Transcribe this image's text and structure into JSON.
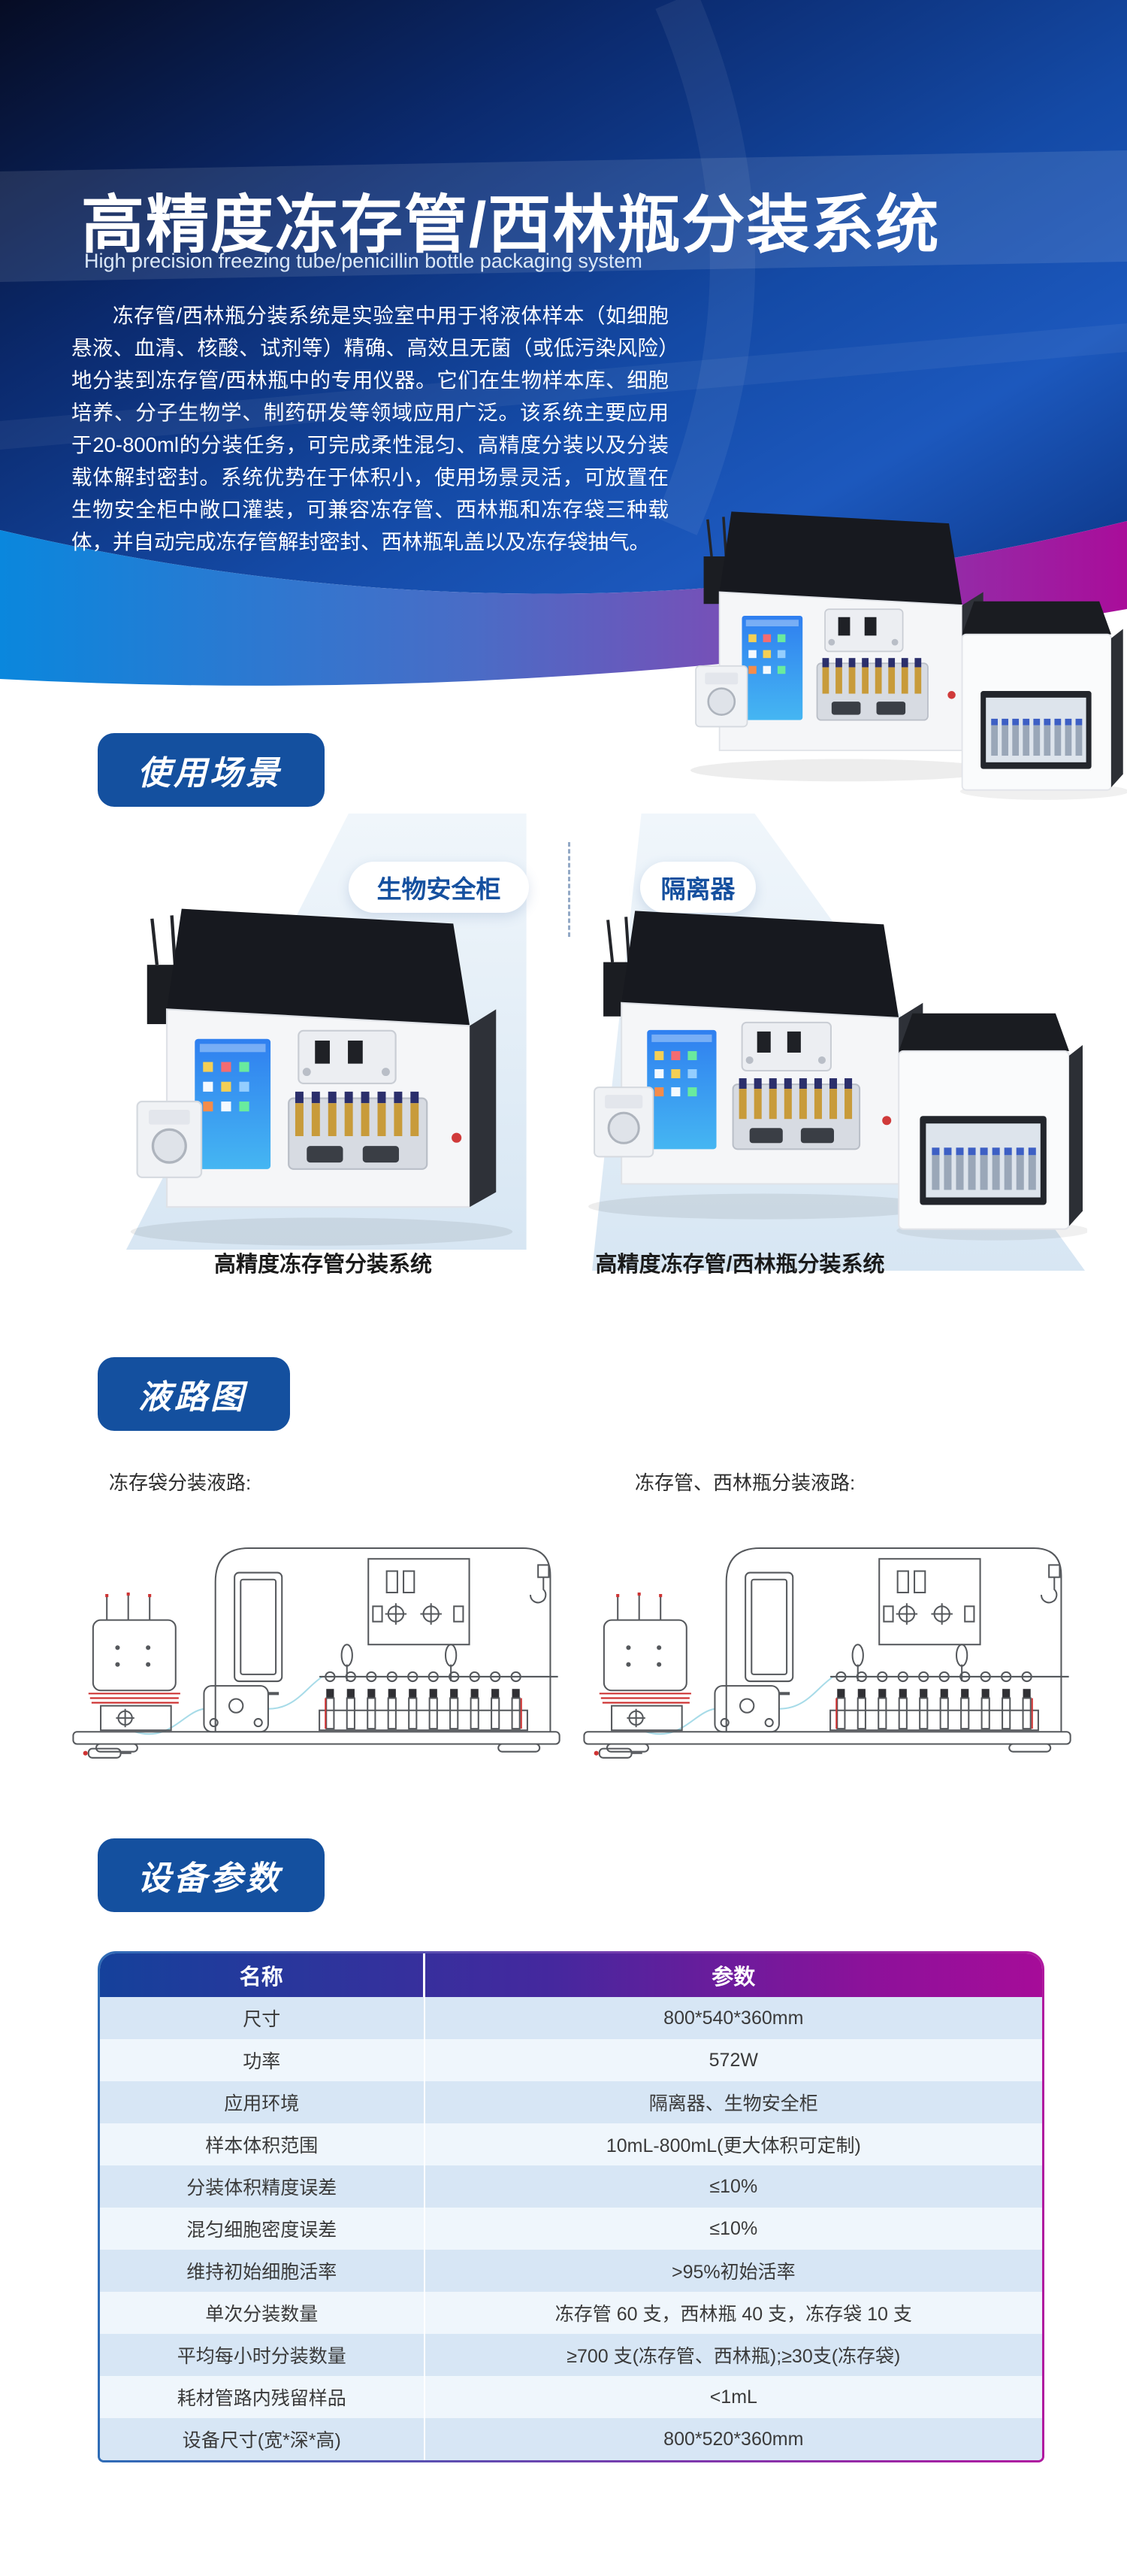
{
  "hero": {
    "title": "高精度冻存管/西林瓶分装系统",
    "subtitle": "High precision freezing tube/penicillin bottle packaging system",
    "description": "冻存管/西林瓶分装系统是实验室中用于将液体样本（如细胞悬液、血清、核酸、试剂等）精确、高效且无菌（或低污染风险）　地分装到冻存管/西林瓶中的专用仪器。它们在生物样本库、细胞培养、分子生物学、制药研发等领域应用广泛。该系统主要应用于20-800ml的分装任务，可完成柔性混匀、高精度分装以及分装载体解封密封。系统优势在于体积小，使用场景灵活，可放置在生物安全柜中敞口灌装，可兼容冻存管、西林瓶和冻存袋三种载体，并自动完成冻存管解封密封、西林瓶轧盖以及冻存袋抽气。"
  },
  "usage": {
    "badge": "使用场景",
    "pills": [
      "生物安全柜",
      "隔离器"
    ],
    "captions": [
      "高精度冻存管分装系统",
      "高精度冻存管/西林瓶分装系统"
    ]
  },
  "liquid": {
    "badge": "液路图",
    "labels": [
      "冻存袋分装液路:",
      "冻存管、西林瓶分装液路:"
    ]
  },
  "params": {
    "badge": "设备参数",
    "table": {
      "headers": [
        "名称",
        "参数"
      ],
      "rows": [
        [
          "尺寸",
          "800*540*360mm"
        ],
        [
          "功率",
          "572W"
        ],
        [
          "应用环境",
          "隔离器、生物安全柜"
        ],
        [
          "样本体积范围",
          "10mL-800mL(更大体积可定制)"
        ],
        [
          "分装体积精度误差",
          "≤10%"
        ],
        [
          "混匀细胞密度误差",
          "≤10%"
        ],
        [
          "维持初始细胞活率",
          ">95%初始活率"
        ],
        [
          "单次分装数量",
          "冻存管 60 支，西林瓶 40 支，冻存袋 10 支"
        ],
        [
          "平均每小时分装数量",
          "≥700 支(冻存管、西林瓶);≥30支(冻存袋)"
        ],
        [
          "耗材管路内残留样品",
          "<1mL"
        ],
        [
          "设备尺寸(宽*深*高)",
          "800*520*360mm"
        ]
      ]
    }
  },
  "colors": {
    "badge_blue": "#14509f",
    "pill_text_blue": "#15509f",
    "hero_navy": "#0b2a6e",
    "stripe_left_azure": "#0a87dd",
    "stripe_right_magenta": "#a90d9a",
    "table_header_left": "#15419b",
    "table_header_right": "#a60c99",
    "row_blue": "#d7e6f5",
    "row_light": "#eff6fc"
  }
}
